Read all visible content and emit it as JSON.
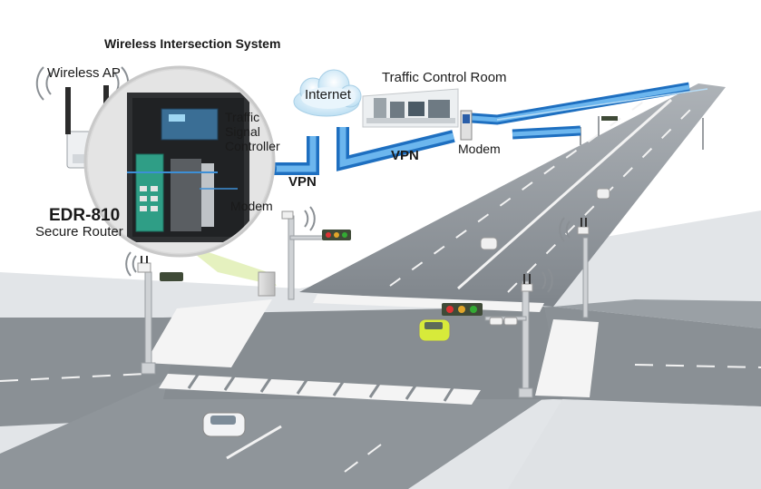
{
  "title": "Wireless Intersection System",
  "labels": {
    "wireless_ap": "Wireless AP",
    "internet": "Internet",
    "traffic_control_room": "Traffic Control Room",
    "signal_controller": [
      "Traffic",
      "Signal",
      "Controller"
    ],
    "modem_cabinet": "Modem",
    "modem_remote": "Modem",
    "vpn_left": "VPN",
    "vpn_right": "VPN",
    "router_model": "EDR-810",
    "router_desc": "Secure Router"
  },
  "colors": {
    "road": "#8e9398",
    "sidewalk": "#dfe2e5",
    "pipe": "#3d8fd6",
    "cloud": "#d7ecf7",
    "inset_ring": "#d3d3d3",
    "highlight": "#cfe58a"
  },
  "icons": [
    "wifi-signal-icon",
    "cloud-icon",
    "traffic-light-icon",
    "car-icon",
    "camera-icon"
  ]
}
